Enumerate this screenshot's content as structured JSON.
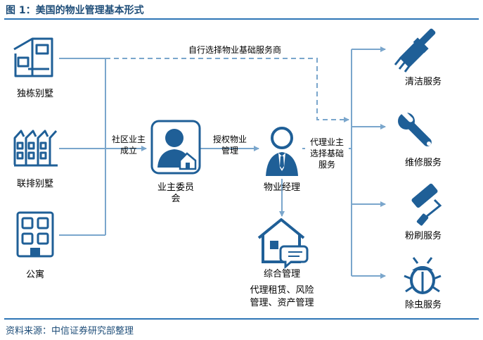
{
  "figure": {
    "title": "图 1：美国的物业管理基本形式",
    "source": "资料来源：中信证券研究部整理"
  },
  "owners": [
    {
      "label": "独栋别墅",
      "icon": "detached-house-icon"
    },
    {
      "label": "联排别墅",
      "icon": "townhouse-icon"
    },
    {
      "label": "公寓",
      "icon": "apartment-icon"
    }
  ],
  "edges": {
    "self_select": "自行选择物业基础服务商",
    "community": [
      "社区业主",
      "成立"
    ],
    "authorize": [
      "授权物业",
      "管理"
    ],
    "agent": [
      "代理业主",
      "选择基础",
      "服务"
    ]
  },
  "nodes": {
    "committee": [
      "业主委员",
      "会"
    ],
    "manager": "物业经理",
    "integrated": {
      "label": "综合管理",
      "desc": [
        "代理租赁、风险",
        "管理、资产管理"
      ]
    }
  },
  "services": [
    {
      "label": "清洁服务",
      "icon": "broom-icon"
    },
    {
      "label": "维修服务",
      "icon": "wrench-icon"
    },
    {
      "label": "粉刷服务",
      "icon": "paint-roller-icon"
    },
    {
      "label": "除虫服务",
      "icon": "bug-icon"
    }
  ],
  "colors": {
    "primary": "#2e75b6",
    "icon": "#1f5f97",
    "line": "#7aa6cc",
    "title": "#1f4e79"
  }
}
